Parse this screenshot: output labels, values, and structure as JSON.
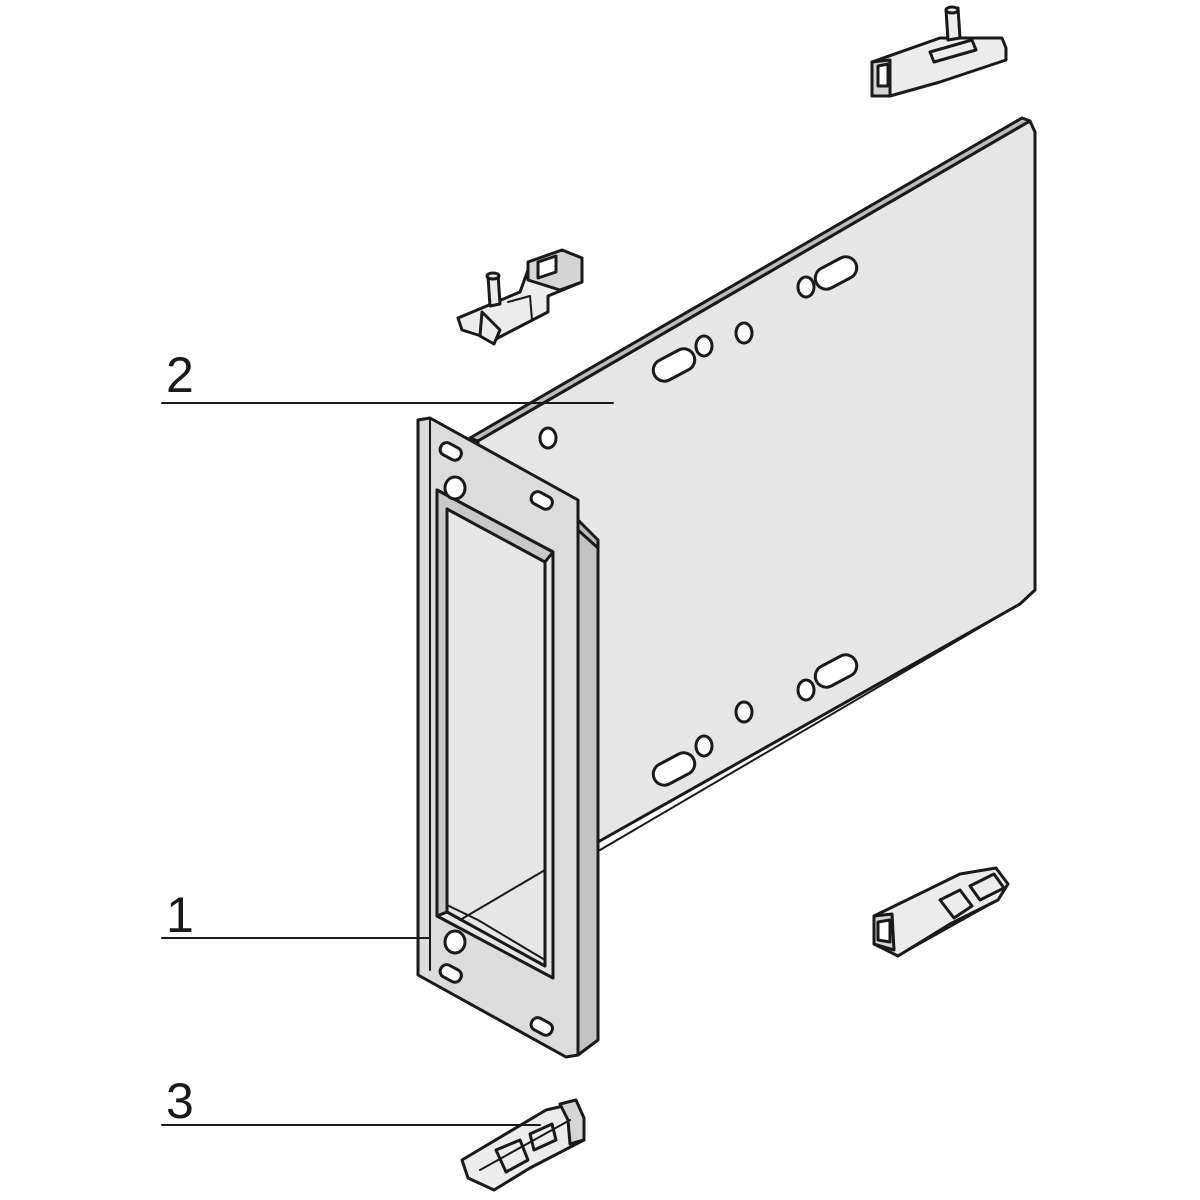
{
  "diagram": {
    "colors": {
      "ink": "#1a1a1a",
      "panel": "#e6e6e6",
      "frame_face": "#dcdcdc",
      "frame_side": "#c2c2c2",
      "background": "#ffffff"
    },
    "callouts": [
      {
        "id": "1",
        "label": "1"
      },
      {
        "id": "2",
        "label": "2"
      },
      {
        "id": "3",
        "label": "3"
      }
    ]
  }
}
